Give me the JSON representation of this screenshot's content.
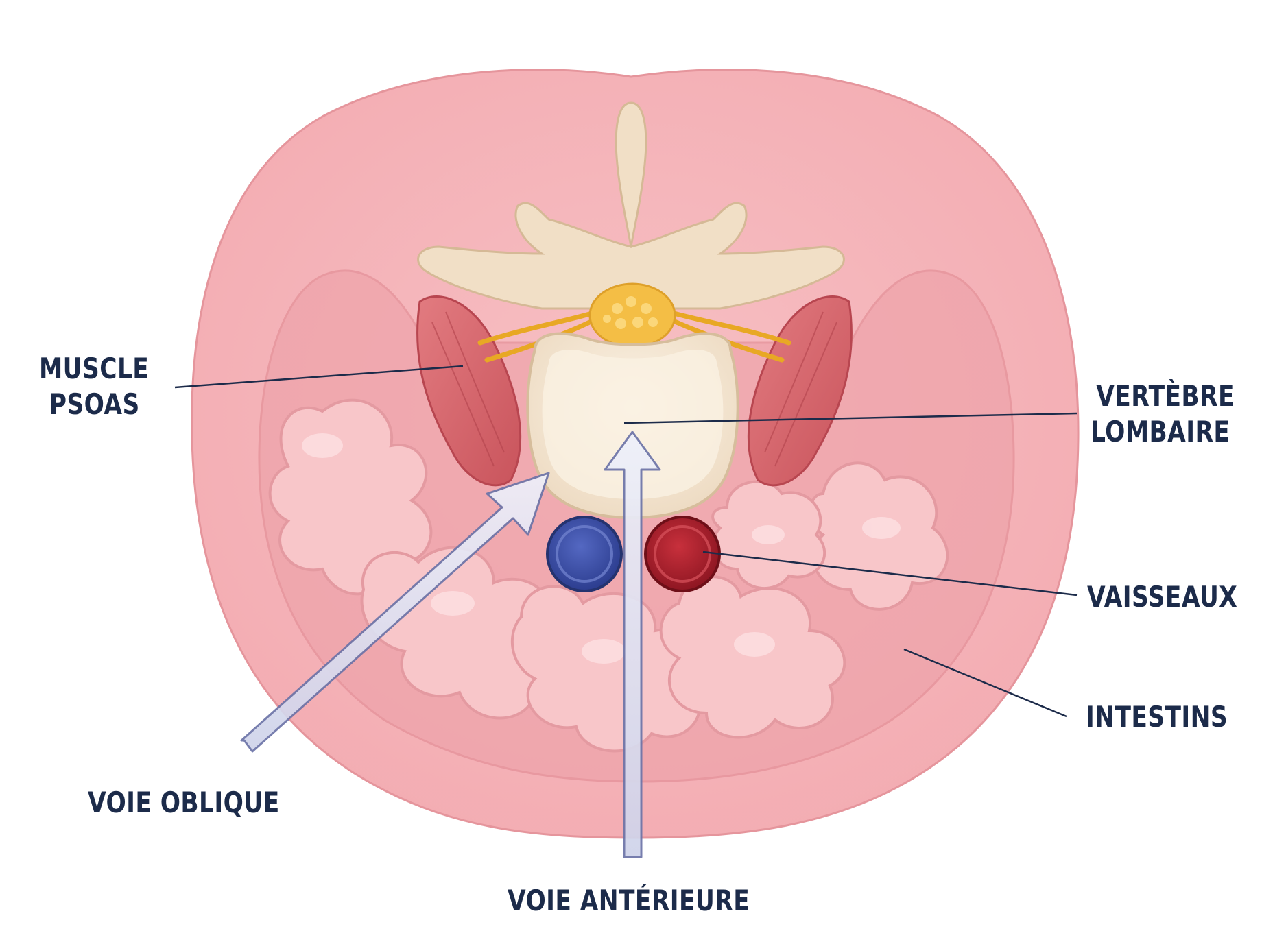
{
  "colors": {
    "label_text": "#1c2b4a",
    "leader_line": "#1c2b4a",
    "body_outer": "#f6b8bd",
    "body_inner": "#efa7ad",
    "bone": "#f3e3cd",
    "bone_edge": "#d9bfa0",
    "nerve": "#f2b435",
    "muscle": "#d9656c",
    "vein": "#3a4fa8",
    "artery": "#b3202e",
    "intestine": "#f7c3c6",
    "arrow_fill": "#dcdff0"
  },
  "labels": {
    "psoas_line1": "MUSCLE",
    "psoas_line2": "PSOAS",
    "vertebra_line1": "VERTÈBRE",
    "vertebra_line2": "LOMBAIRE",
    "vessels": "VAISSEAUX",
    "intestines": "INTESTINS",
    "oblique": "VOIE OBLIQUE",
    "anterior": "VOIE ANTÉRIEURE"
  }
}
